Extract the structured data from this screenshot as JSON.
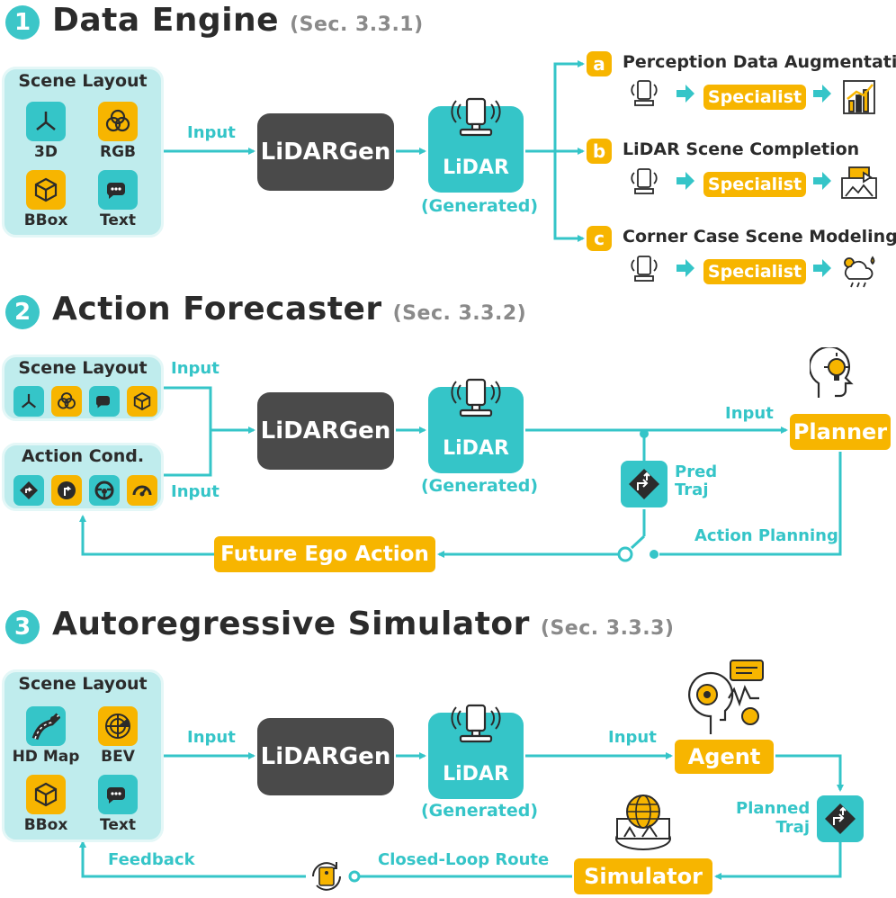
{
  "colors": {
    "teal": "#35c5c8",
    "yellow": "#f7b500",
    "dark": "#4a4a4a",
    "panel": "#bfeced"
  },
  "section1": {
    "num": "1",
    "title": "Data Engine",
    "ref": "(Sec. 3.3.1)",
    "panel_title": "Scene Layout",
    "tiles": [
      {
        "label": "3D",
        "icon": "axes-icon"
      },
      {
        "label": "RGB",
        "icon": "rgb-circles-icon"
      },
      {
        "label": "BBox",
        "icon": "cube-icon"
      },
      {
        "label": "Text",
        "icon": "chat-bubbles-icon"
      }
    ],
    "input_label": "Input",
    "model": "LiDARGen",
    "lidar": "LiDAR",
    "generated": "(Generated)",
    "tasks": [
      {
        "letter": "a",
        "title": "Perception Data Augmentation",
        "specialist": "Specialist",
        "icon": "bar-chart-icon"
      },
      {
        "letter": "b",
        "title": "LiDAR Scene Completion",
        "specialist": "Specialist",
        "icon": "landscape-icon"
      },
      {
        "letter": "c",
        "title": "Corner Case Scene Modeling",
        "specialist": "Specialist",
        "icon": "weather-icon"
      }
    ]
  },
  "section2": {
    "num": "2",
    "title": "Action Forecaster",
    "ref": "(Sec. 3.3.2)",
    "scene_panel_title": "Scene Layout",
    "action_panel_title": "Action Cond.",
    "input_label_1": "Input",
    "input_label_2": "Input",
    "model": "LiDARGen",
    "lidar": "LiDAR",
    "generated": "(Generated)",
    "input_label_3": "Input",
    "planner": "Planner",
    "pred_traj": "Pred Traj",
    "action_planning": "Action Planning",
    "future_action": "Future Ego Action"
  },
  "section3": {
    "num": "3",
    "title": "Autoregressive Simulator",
    "ref": "(Sec. 3.3.3)",
    "panel_title": "Scene Layout",
    "tiles": [
      {
        "label": "HD Map",
        "icon": "road-map-icon"
      },
      {
        "label": "BEV",
        "icon": "radar-icon"
      },
      {
        "label": "BBox",
        "icon": "cube-icon"
      },
      {
        "label": "Text",
        "icon": "chat-bubbles-icon"
      }
    ],
    "input_label": "Input",
    "model": "LiDARGen",
    "lidar": "LiDAR",
    "generated": "(Generated)",
    "input_label_2": "Input",
    "agent": "Agent",
    "planned_traj": "Planned Traj",
    "simulator": "Simulator",
    "closed_loop": "Closed-Loop Route",
    "feedback": "Feedback"
  }
}
